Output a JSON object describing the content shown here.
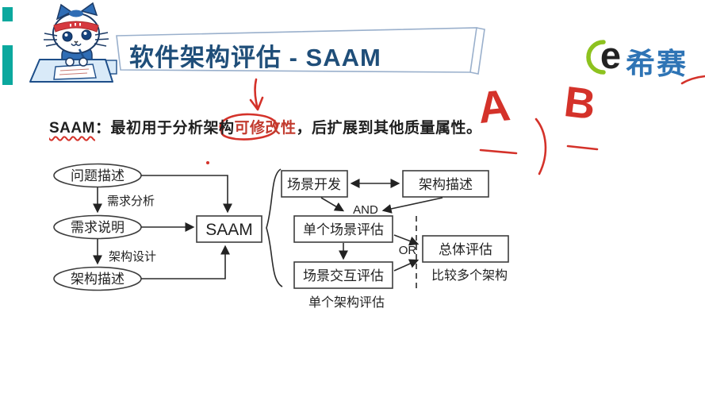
{
  "page": {
    "background": "#ffffff"
  },
  "edge_marks": {
    "color": "#0ba89e"
  },
  "header": {
    "title": "软件架构评估 - SAAM",
    "title_color": "#1f4e79",
    "banner_outline": "#9ab0cc",
    "brand": {
      "symbol": "e",
      "symbol_color": "#1c5d99",
      "arc_color": "#8dc21f",
      "name": "希赛",
      "name_color": "#2e74b5"
    }
  },
  "intro": {
    "term": "SAAM",
    "colon": "：",
    "text_before": "最初用于分析架构",
    "highlight": "可修改性",
    "text_after": "，后扩展到其他质量属性。"
  },
  "diagram": {
    "left_ellipses": [
      {
        "label": "问题描述"
      },
      {
        "label": "需求说明"
      },
      {
        "label": "架构描述"
      }
    ],
    "process_labels": [
      {
        "label": "需求分析"
      },
      {
        "label": "架构设计"
      }
    ],
    "center_box": {
      "label": "SAAM"
    },
    "right_boxes": [
      {
        "label": "场景开发"
      },
      {
        "label": "架构描述"
      },
      {
        "label": "单个场景评估"
      },
      {
        "label": "场景交互评估"
      },
      {
        "label": "总体评估"
      }
    ],
    "connector_labels": {
      "and": "AND",
      "or": "OR"
    },
    "captions": {
      "single_architecture": "单个架构评估",
      "compare_architectures": "比较多个架构"
    }
  },
  "annotations": {
    "color": "#d4322a",
    "letter_a": "A",
    "letter_b": "B"
  }
}
